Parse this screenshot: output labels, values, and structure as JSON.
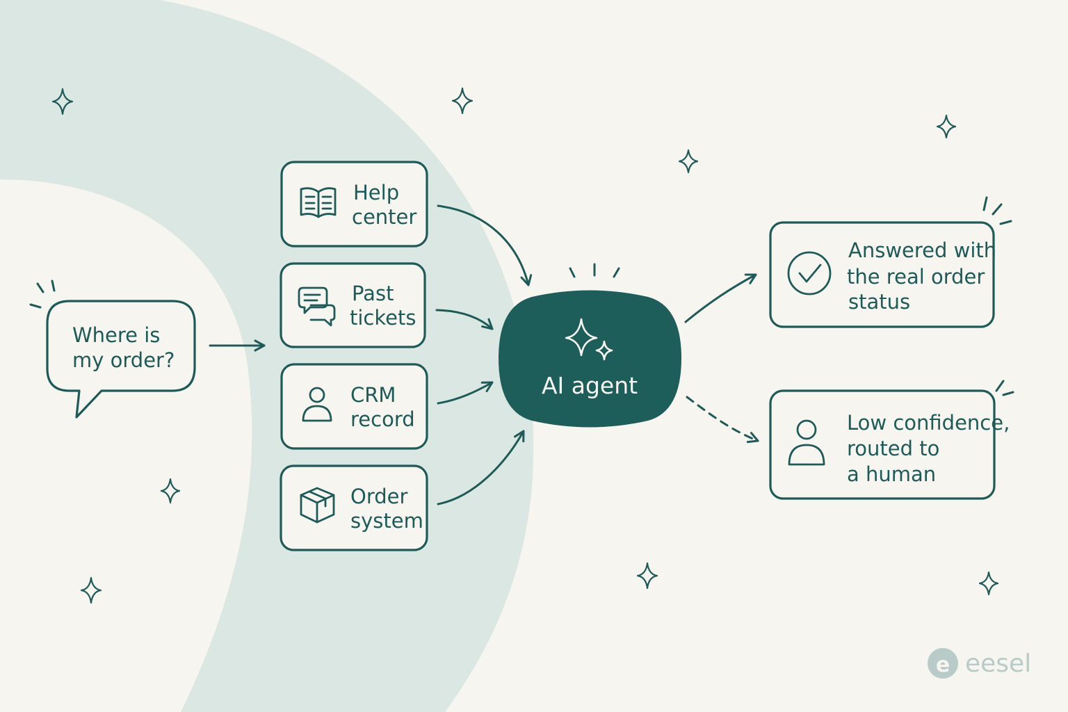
{
  "question": {
    "line1": "Where is",
    "line2": "my order?"
  },
  "sources": [
    {
      "icon": "book-icon",
      "line1": "Help",
      "line2": "center"
    },
    {
      "icon": "chat-bubbles-icon",
      "line1": "Past",
      "line2": "tickets"
    },
    {
      "icon": "person-icon",
      "line1": "CRM",
      "line2": "record"
    },
    {
      "icon": "box-icon",
      "line1": "Order",
      "line2": "system"
    }
  ],
  "agent": {
    "label": "AI agent",
    "icon": "sparkle-icon"
  },
  "outcomes": [
    {
      "icon": "check-circle-icon",
      "lines": [
        "Answered with",
        "the real order",
        "status"
      ],
      "connector": "solid"
    },
    {
      "icon": "person-icon",
      "lines": [
        "Low confidence,",
        "routed to",
        "a human"
      ],
      "connector": "dashed"
    }
  ],
  "brand": {
    "name": "eesel",
    "logo_letter": "e"
  },
  "colors": {
    "background": "#f6f5f0",
    "accent": "#1d5a58",
    "blob": "#dae7e2"
  }
}
